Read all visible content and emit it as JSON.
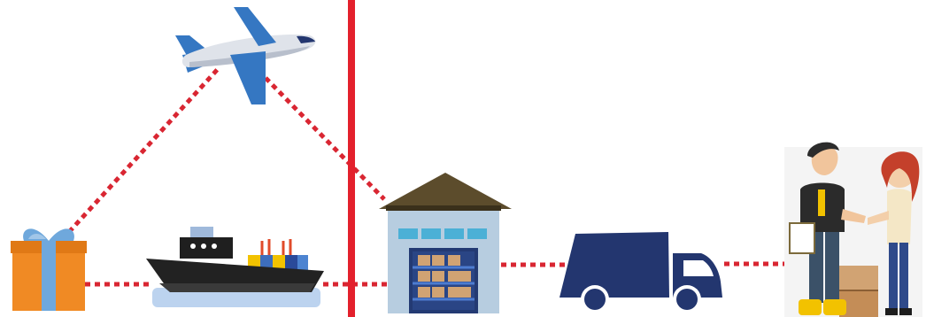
{
  "diagram": {
    "nodes": [
      {
        "id": "gift",
        "icon": "gift-box-icon"
      },
      {
        "id": "airplane",
        "icon": "airplane-icon"
      },
      {
        "id": "ship",
        "icon": "cargo-ship-icon"
      },
      {
        "id": "warehouse",
        "icon": "warehouse-icon"
      },
      {
        "id": "truck",
        "icon": "delivery-truck-icon"
      },
      {
        "id": "customers",
        "icon": "delivery-handshake-icon"
      }
    ],
    "connections": [
      {
        "from": "gift",
        "to": "airplane",
        "style": "dotted"
      },
      {
        "from": "airplane",
        "to": "warehouse",
        "style": "dotted"
      },
      {
        "from": "gift",
        "to": "ship",
        "style": "dotted"
      },
      {
        "from": "ship",
        "to": "warehouse",
        "style": "dotted"
      },
      {
        "from": "warehouse",
        "to": "truck",
        "style": "dotted"
      },
      {
        "from": "truck",
        "to": "customers",
        "style": "dotted"
      }
    ]
  },
  "colors": {
    "dotted_line": "#d92632",
    "divider": "#e3202c",
    "navy": "#23366f",
    "gift_orange": "#f08a24",
    "ribbon_blue": "#6fa8dc",
    "warehouse_roof": "#5c4c2c",
    "warehouse_wall": "#b7cde0",
    "box_tan": "#d1a373",
    "ship_hull": "#222222",
    "ship_water": "#bcd3ef",
    "plane_body": "#dfe3ea",
    "plane_wing": "#3577c2"
  }
}
